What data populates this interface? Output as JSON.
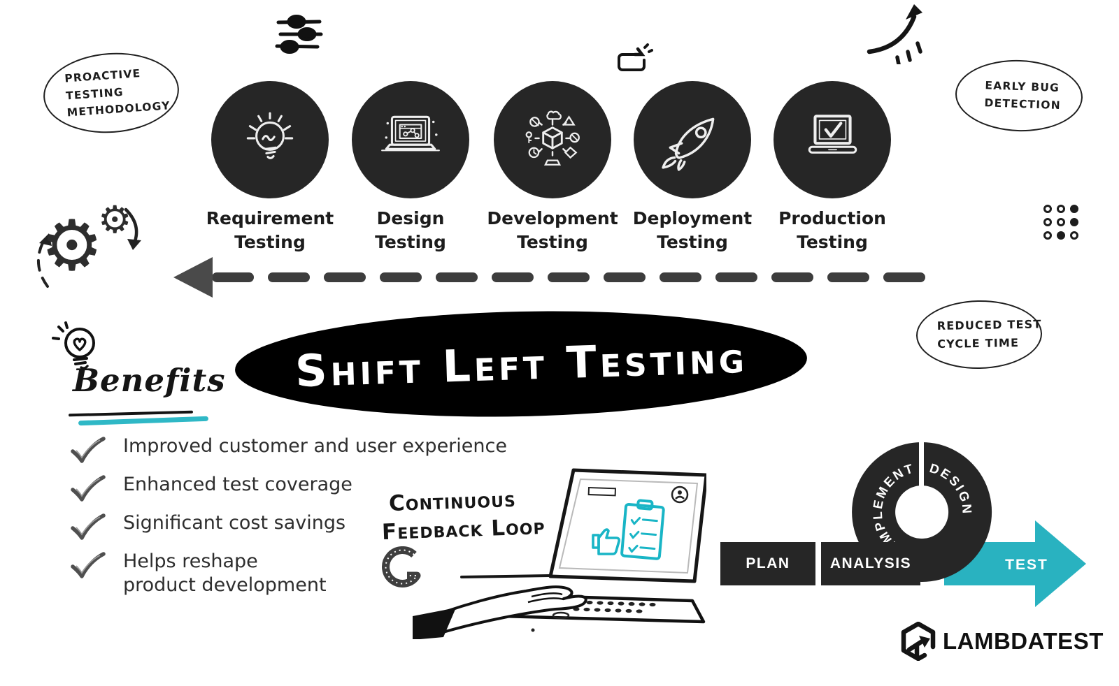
{
  "colors": {
    "dark": "#262626",
    "teal": "#29b2c0",
    "ink": "#1c1c1c"
  },
  "bubbles": {
    "proactive": {
      "line1": "PROACTIVE",
      "line2": "TESTING",
      "line3": "METHODOLOGY"
    },
    "early_bug": {
      "line1": "EARLY BUG",
      "line2": "DETECTION"
    },
    "reduced_cycle": {
      "line1": "REDUCED TEST",
      "line2": "CYCLE TIME"
    }
  },
  "stages": [
    {
      "line1": "Requirement",
      "line2": "Testing",
      "icon": "lightbulb-icon"
    },
    {
      "line1": "Design",
      "line2": "Testing",
      "icon": "design-laptop-icon"
    },
    {
      "line1": "Development",
      "line2": "Testing",
      "icon": "module-network-icon"
    },
    {
      "line1": "Deployment",
      "line2": "Testing",
      "icon": "rocket-icon"
    },
    {
      "line1": "Production",
      "line2": "Testing",
      "icon": "laptop-check-icon"
    }
  ],
  "banner": {
    "title": "Shift Left Testing"
  },
  "benefits": {
    "heading": "Benefits",
    "items": [
      "Improved customer and user experience",
      "Enhanced test coverage",
      "Significant cost savings",
      "Helps reshape product development"
    ]
  },
  "feedback": {
    "line1": "Continuous",
    "line2": "Feedback Loop"
  },
  "sdlc": {
    "plan": "PLAN",
    "analysis": "ANALYSIS",
    "implement": "IMPLEMENT",
    "design": "DESIGN",
    "test": "TEST"
  },
  "brand": {
    "name": "LAMBDATEST"
  },
  "doodles": {
    "gear_glyph": "⚙"
  }
}
